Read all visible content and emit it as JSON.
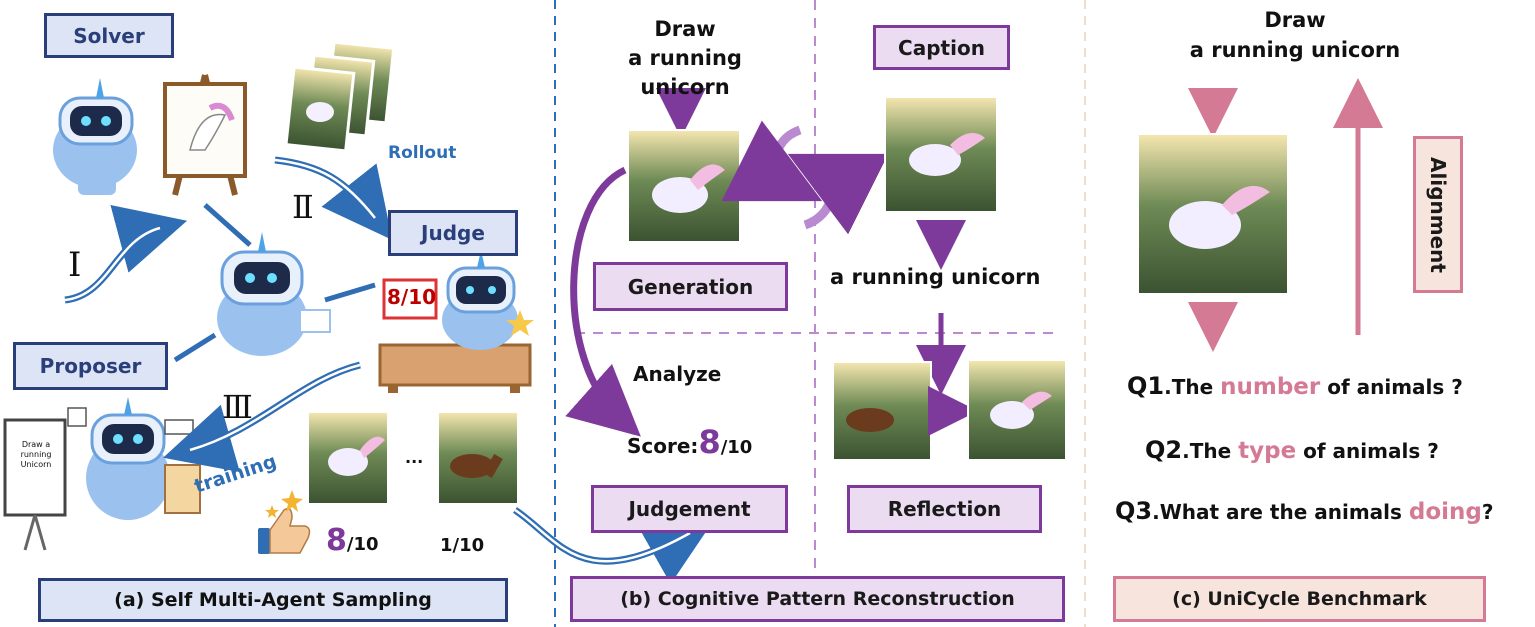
{
  "panel_a": {
    "solver_label": "Solver",
    "judge_label": "Judge",
    "proposer_label": "Proposer",
    "rollout_label": "Rollout",
    "training_label": "training",
    "step_1": "Ⅰ",
    "step_2": "Ⅱ",
    "step_3": "Ⅲ",
    "score_sign": "8/10",
    "board_text": "Draw a running Unicorn",
    "score_good_big": "8",
    "score_good_small": "/10",
    "score_bad": "1/10",
    "ellipsis": "...",
    "caption": "(a) Self Multi-Agent Sampling"
  },
  "panel_b": {
    "prompt": "Draw\na running unicorn",
    "caption_label": "Caption",
    "caption_output": "a running unicorn",
    "generation_label": "Generation",
    "analyze_label": "Analyze",
    "score_prefix": "Score:",
    "score_big": "8",
    "score_small": "/10",
    "judgement_label": "Judgement",
    "reflection_label": "Reflection",
    "caption": "(b) Cognitive Pattern Reconstruction"
  },
  "panel_c": {
    "prompt": "Draw\na running unicorn",
    "alignment_label": "Alignment",
    "questions": [
      {
        "prefix": "Q1",
        "before": ".The ",
        "highlight": "number",
        "after": " of animals ?"
      },
      {
        "prefix": "Q2",
        "before": ".The ",
        "highlight": "type",
        "after": " of animals ?"
      },
      {
        "prefix": "Q3",
        "before": ".What are the animals ",
        "highlight": "doing",
        "after": "?"
      }
    ],
    "caption": "(c) UniCycle Benchmark"
  },
  "colors": {
    "blue": "#2f6db5",
    "navy": "#2a3f7a",
    "purple": "#7d3a9a",
    "light_purple": "#b98ad0",
    "pink": "#d47a94"
  }
}
